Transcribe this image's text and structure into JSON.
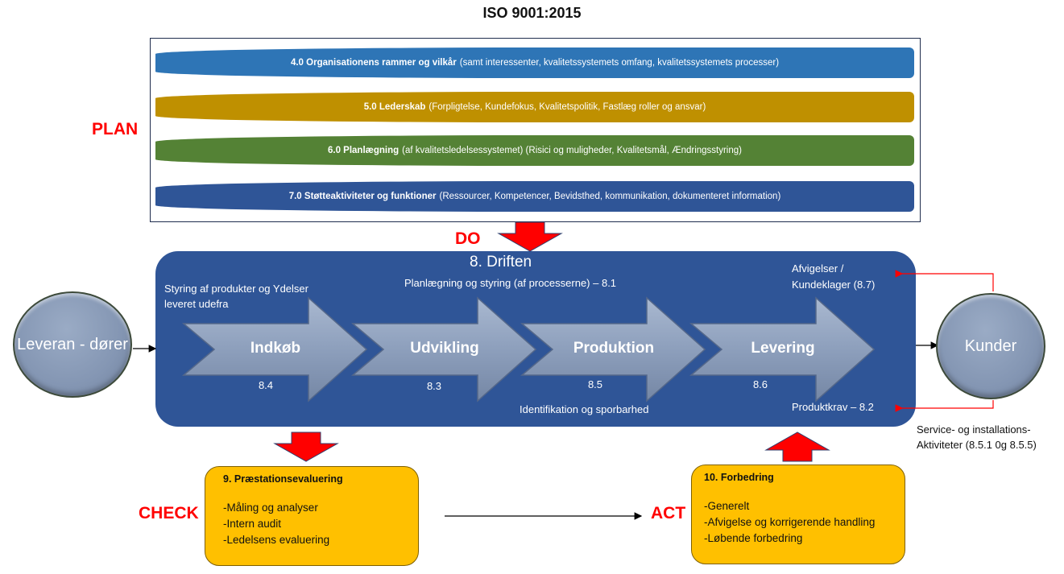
{
  "title": "ISO 9001:2015",
  "pdca": {
    "plan": "PLAN",
    "do": "DO",
    "check": "CHECK",
    "act": "ACT"
  },
  "plan_bands": [
    {
      "bold": "4.0 Organisationens rammer og vilkår",
      "rest": "(samt interessenter, kvalitetssystemets omfang, kvalitetssystemets processer)",
      "color": "#2e75b6"
    },
    {
      "bold": "5.0 Lederskab",
      "rest": "(Forpligtelse, Kundefokus,  Kvalitetspolitik, Fastlæg roller og ansvar)",
      "color": "#bf9000"
    },
    {
      "bold": "6.0 Planlægning",
      "rest": "(af kvalitetsledelsessystemet) (Risici og muligheder, Kvalitetsmål, Ændringsstyring)",
      "color": "#548235"
    },
    {
      "bold": "7.0 Støtteaktiviteter og funktioner",
      "rest": "(Ressourcer, Kompetencer, Bevidsthed, kommunikation, dokumenteret information)",
      "color": "#2f5597"
    }
  ],
  "operation": {
    "title": "8. Driften",
    "subtitle": "Planlægning og styring (af processerne) – 8.1",
    "external_control": "Styring af produkter og Ydelser leveret udefra",
    "identification": "Identifikation og sporbarhed",
    "deviations": "Afvigelser / Kundeklager (8.7)",
    "product_requirements": "Produktkrav – 8.2",
    "processes": [
      {
        "label": "Indkøb",
        "code": "8.4"
      },
      {
        "label": "Udvikling",
        "code": "8.3"
      },
      {
        "label": "Produktion",
        "code": "8.5"
      },
      {
        "label": "Levering",
        "code": "8.6"
      }
    ]
  },
  "suppliers": "Leveran - dører",
  "customers": "Kunder",
  "service_text": "Service- og installations-Aktiviteter (8.5.1 0g 8.5.5)",
  "check_card": {
    "title": "9. Præstationsevaluering",
    "items": [
      "-Måling og analyser",
      "-Intern audit",
      "-Ledelsens evaluering"
    ]
  },
  "act_card": {
    "title": "10. Forbedring",
    "items": [
      "-Generelt",
      "-Afvigelse og korrigerende handling",
      "-Løbende forbedring"
    ]
  },
  "colors": {
    "pdca_label": "#ff0000",
    "operation_bg": "#2f5597",
    "process_arrow": "#8fa2bf",
    "card_bg": "#ffc000",
    "red_arrow": "#ff0000"
  }
}
